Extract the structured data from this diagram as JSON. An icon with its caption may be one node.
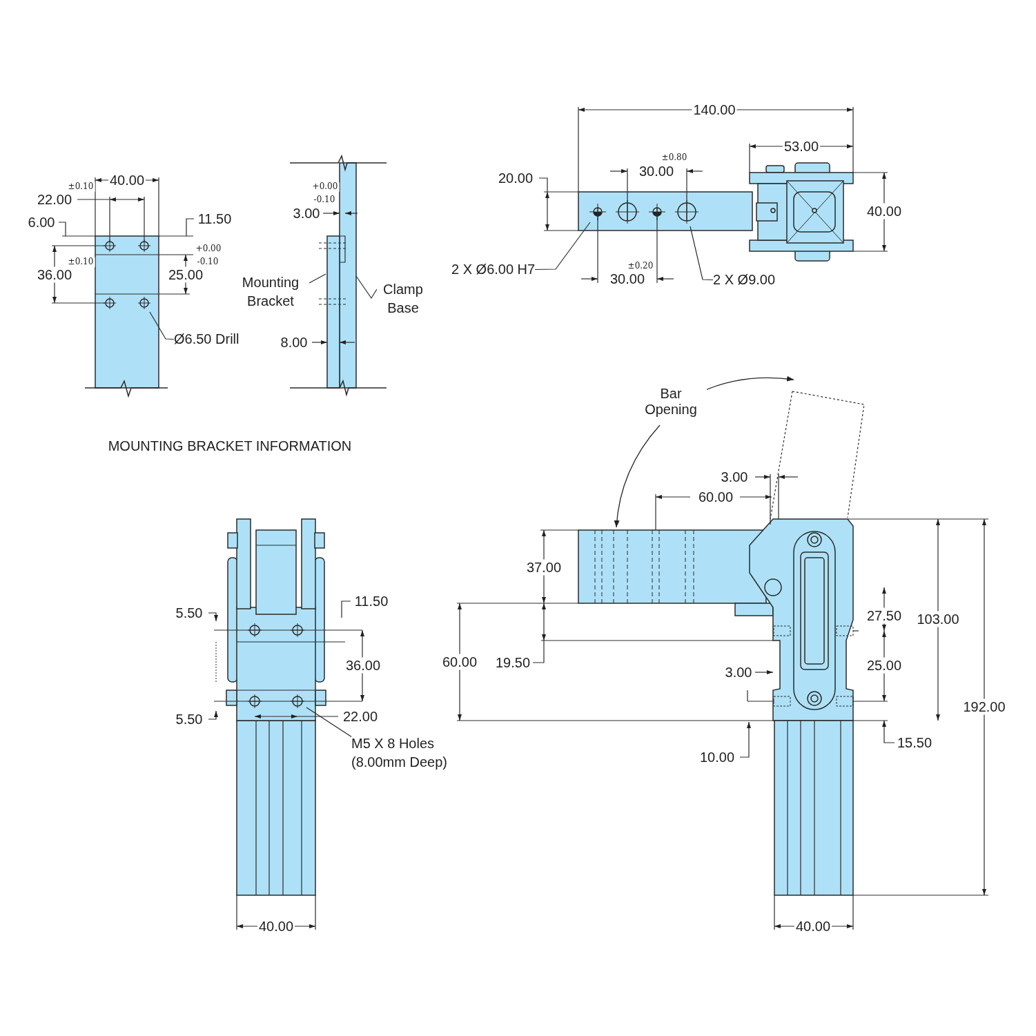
{
  "diagram": {
    "nodes": [
      {
        "text": [
          "Ø6.50 Drill"
        ]
      },
      {
        "text": [
          "Mounting Bracket"
        ]
      },
      {
        "text": [
          "Clamp Base"
        ]
      },
      {
        "text": [
          "2 X Ø6.00 H7"
        ]
      },
      {
        "text": [
          "2 X Ø9.00"
        ]
      },
      {
        "text": [
          "M5 X 8 Holes (8.00mm Deep)"
        ]
      }
    ],
    "edges": [
      {
        "from": 0,
        "to": null,
        "arrow": "none"
      },
      {
        "from": 1,
        "to": null,
        "arrow": "none"
      },
      {
        "from": 2,
        "to": null,
        "arrow": "none"
      },
      {
        "from": 3,
        "to": null,
        "arrow": "none"
      },
      {
        "from": 4,
        "to": null,
        "arrow": "none"
      },
      {
        "from": 5,
        "to": null,
        "arrow": "none"
      }
    ],
    "labels": [
      "±0.10",
      "40.00",
      "22.00",
      "6.00",
      "11.50",
      "±0.10",
      "36.00",
      "+0.00",
      "-0.10",
      "25.00",
      "+0.00",
      "-0.10",
      "3.00",
      "8.00",
      "MOUNTING BRACKET INFORMATION",
      "140.00",
      "53.00",
      "±0.80",
      "30.00",
      "20.00",
      "40.00",
      "±0.20",
      "30.00",
      "Bar Opening",
      "3.00",
      "60.00",
      "37.00",
      "27.50",
      "103.00",
      "192.00",
      "60.00",
      "19.50",
      "25.00",
      "3.00",
      "15.50",
      "10.00",
      "40.00",
      "5.50",
      "11.50",
      "36.00",
      "5.50",
      "22.00",
      "40.00"
    ]
  }
}
